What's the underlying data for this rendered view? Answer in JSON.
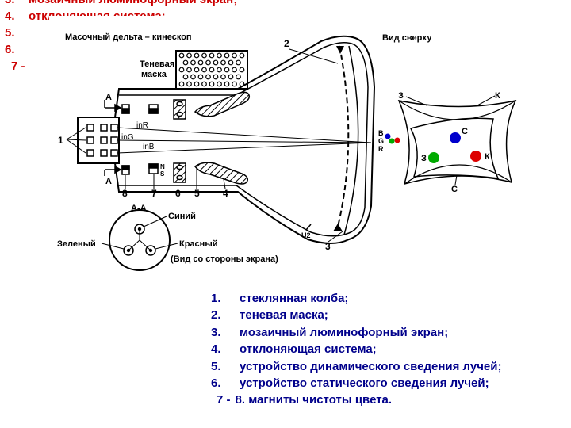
{
  "background_list": [
    {
      "num": "3.",
      "text": "мозаичный люминофорный экран;"
    },
    {
      "num": "4.",
      "text": "отклоняющая система;"
    },
    {
      "num": "5.",
      "text": ""
    },
    {
      "num": "6.",
      "text": ""
    },
    {
      "num": "7 -",
      "text": ""
    }
  ],
  "diagram": {
    "title": "Масочный дельта – кинескоп",
    "top_view": "Вид сверху",
    "shadow_mask_label": [
      "Теневая",
      "маска"
    ],
    "section_a": "А",
    "section_aa": "А-А",
    "label_blue": "Синий",
    "label_green": "Зеленый",
    "label_red": "Красный",
    "screen_side_view": "(Вид со стороны экрана)",
    "beam_r": "inR",
    "beam_g": "inG",
    "beam_b": "inB",
    "dots_bgr": [
      "B",
      "G",
      "R"
    ],
    "ns_label": [
      "N",
      "S"
    ],
    "u2_label": "U2",
    "num_1": "1",
    "num_2": "2",
    "num_3": "3",
    "num_4": "4",
    "num_5": "5",
    "num_6": "6",
    "num_7": "7",
    "num_8": "8",
    "yoke_z_top": "З",
    "yoke_k_top": "К",
    "yoke_c_inner": "С",
    "yoke_z_inner": "З",
    "yoke_k_inner": "К",
    "yoke_c_bottom": "С"
  },
  "legend": [
    {
      "num": "1.",
      "text": "стеклянная колба;"
    },
    {
      "num": "2.",
      "text": "теневая маска;"
    },
    {
      "num": "3.",
      "text": "мозаичный люминофорный экран;"
    },
    {
      "num": "4.",
      "text": "отклоняющая система;"
    },
    {
      "num": "5.",
      "text": "устройство динамического сведения лучей;"
    },
    {
      "num": "6.",
      "text": "устройство статического сведения лучей;"
    },
    {
      "num": "7 -",
      "text": "8. магниты чистоты цвета."
    }
  ],
  "colors": {
    "legend_text": "#00008b",
    "background_list_text": "#cc0000",
    "dot_blue": "#0000cc",
    "dot_green": "#00aa00",
    "dot_red": "#dd0000"
  }
}
